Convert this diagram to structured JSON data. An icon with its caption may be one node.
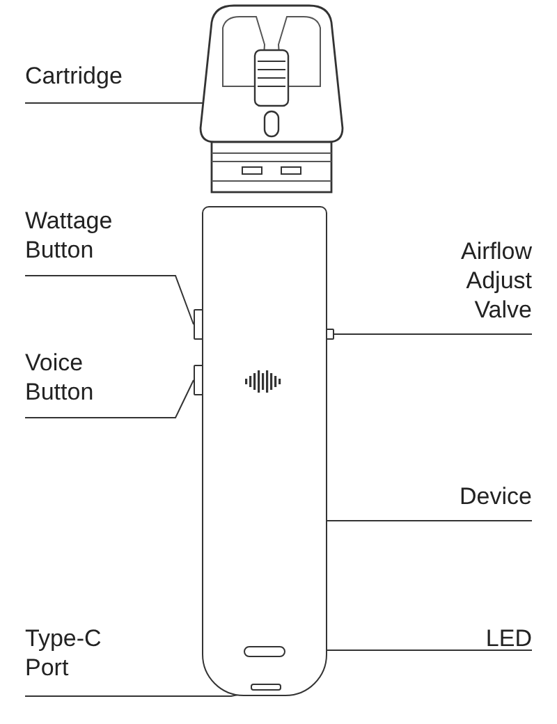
{
  "diagram": {
    "nodes": [
      {
        "text": [
          "Cartridge"
        ]
      },
      {
        "text": [],
        "shape": "picture"
      },
      {
        "text": [
          "Wattage Button"
        ]
      },
      {
        "text": [],
        "shape": "box"
      },
      {
        "text": [
          "Voice Button"
        ]
      },
      {
        "text": [],
        "shape": "box"
      },
      {
        "text": [
          "Airflow Adjust Valve"
        ]
      },
      {
        "text": [],
        "shape": "box"
      },
      {
        "text": [
          "Device"
        ]
      },
      {
        "text": [],
        "shape": "box"
      },
      {
        "text": [
          "LED"
        ]
      },
      {
        "text": [],
        "shape": "bar",
        "in": 9
      },
      {
        "text": [
          "Type-C Port"
        ]
      },
      {
        "text": [],
        "shape": "box",
        "in": 9
      }
    ],
    "edges": [
      {
        "from": 0,
        "to": 1,
        "arrow": "none"
      },
      {
        "from": 2,
        "to": 3,
        "arrow": "none"
      },
      {
        "from": 4,
        "to": 5,
        "arrow": "none"
      },
      {
        "from": 6,
        "to": 7,
        "arrow": "none"
      },
      {
        "from": 8,
        "to": 9,
        "arrow": "none"
      },
      {
        "from": 10,
        "to": 11,
        "arrow": "none"
      },
      {
        "from": 12,
        "to": 13,
        "arrow": "none"
      }
    ]
  }
}
